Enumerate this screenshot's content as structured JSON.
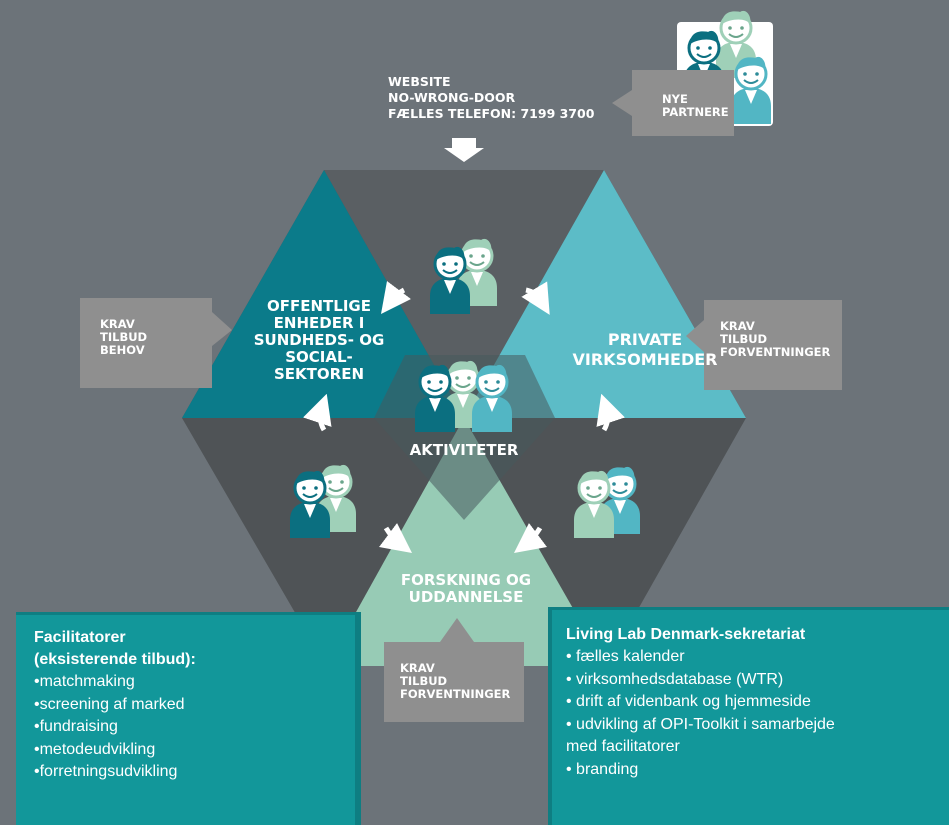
{
  "top_info": {
    "line1": "WEBSITE",
    "line2": "NO-WRONG-DOOR",
    "line3": "FÆLLES TELEFON: 7199 3700"
  },
  "nye_partnere": {
    "line1": "NYE",
    "line2": "PARTNERE"
  },
  "segments": {
    "public": [
      "OFFENTLIGE",
      "ENHEDER I",
      "SUNDHEDS- OG",
      "SOCIAL-",
      "SEKTOREN"
    ],
    "private": [
      "PRIVATE",
      "VIRKSOMHEDER"
    ],
    "research": [
      "FORSKNING OG",
      "UDDANNELSE"
    ],
    "center": "AKTIVITETER"
  },
  "tags": {
    "left": [
      "KRAV",
      "TILBUD",
      "BEHOV"
    ],
    "right": [
      "KRAV",
      "TILBUD",
      "FORVENTNINGER"
    ],
    "bottom": [
      "KRAV",
      "TILBUD",
      "FORVENTNINGER"
    ]
  },
  "facilitatorer": {
    "title1": "Facilitatorer",
    "title2": "(eksisterende tilbud):",
    "items": [
      "•matchmaking",
      "•screening af marked",
      "•fundraising",
      "•metodeudvikling",
      "•forretningsudvikling"
    ]
  },
  "sekretariat": {
    "title": "Living Lab Denmark-sekretariat",
    "items": [
      "• fælles kalender",
      "• virksomhedsdatabase (WTR)",
      "• drift af videnbank og hjemmeside",
      "• udvikling af OPI-Toolkit i samarbejde",
      "med facilitatorer",
      "• branding"
    ]
  },
  "colors": {
    "background": "#6c7379",
    "dark_teal": "#0b7b8a",
    "light_teal": "#5cbcc7",
    "mint": "#97cbb5",
    "dark_gray": "#4f5356",
    "box_teal": "#12979a",
    "tag_gray": "#8f8f8f"
  }
}
